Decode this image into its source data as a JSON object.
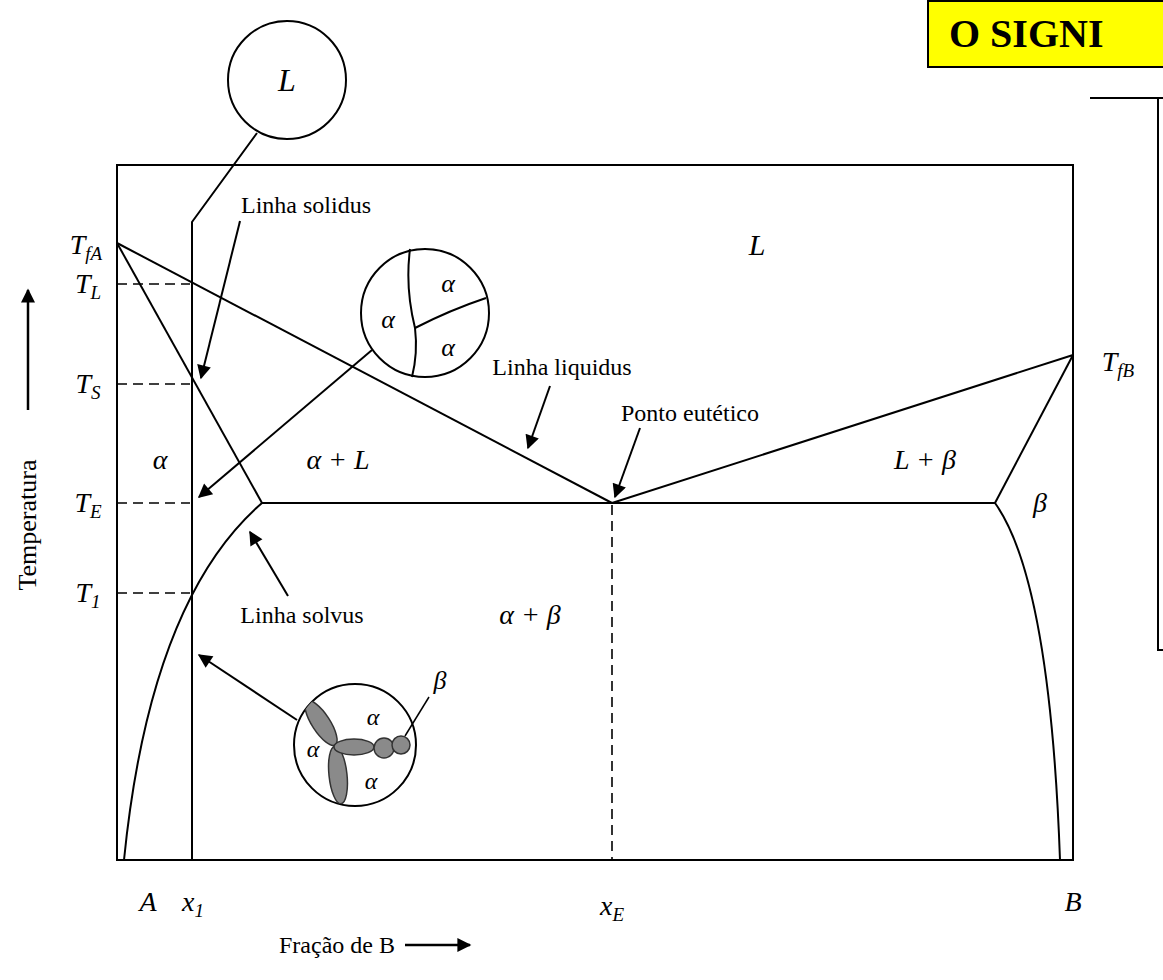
{
  "diagram": {
    "title": "O SIGNI",
    "nodes": [
      {
        "text": [
          "L"
        ]
      },
      {
        "text": [
          "α",
          "α",
          "α"
        ]
      },
      {
        "text": [
          "β",
          "α",
          "α",
          "α"
        ]
      }
    ],
    "labels": [
      "TfA",
      "TL",
      "TS",
      "TE",
      "T1",
      "TfB",
      "Linha solidus",
      "L",
      "Linha liquidus",
      "Ponto eutético",
      "α",
      "α + L",
      "L + β",
      "β",
      "Linha solvus",
      "α + β",
      "A",
      "x1",
      "xE",
      "B",
      "Temperatura",
      "Fração de B"
    ]
  }
}
